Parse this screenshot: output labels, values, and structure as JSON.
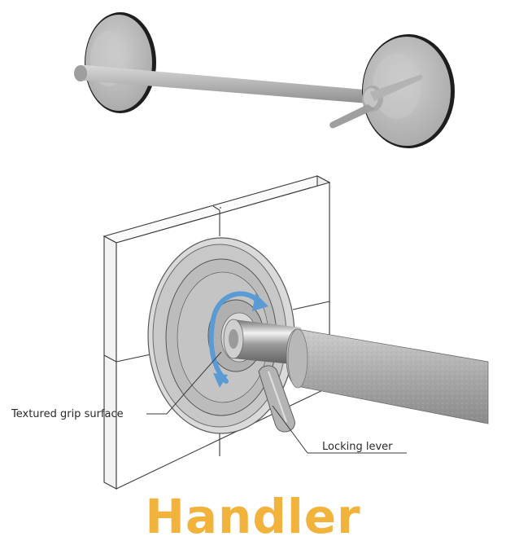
{
  "labels": {
    "textured_grip": "Textured grip surface",
    "locking_lever": "Locking lever"
  },
  "title": "Handler",
  "colors": {
    "title": "#f2b33d",
    "arrow": "#5b9bd5",
    "metal": "#b5b5b5",
    "gasket": "#1e1e1e",
    "line": "#3a3a3a"
  },
  "icons": {
    "rotation": "circular-arrow-icon"
  }
}
